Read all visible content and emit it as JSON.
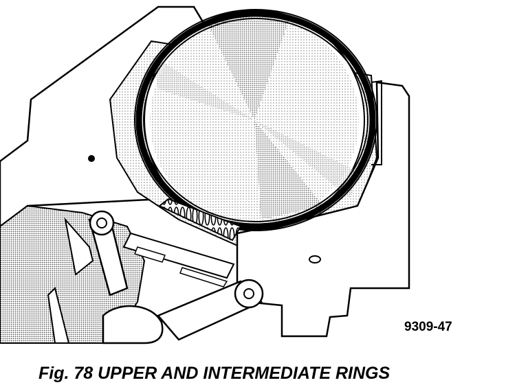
{
  "figure": {
    "id_label": "9309-47",
    "caption": "Fig. 78 UPPER AND INTERMEDIATE RINGS"
  },
  "palette": {
    "ink": "#000000",
    "paper": "#ffffff",
    "halftone": "#9a9a9a"
  },
  "icons": [
    "piston-illustration",
    "piston-ring",
    "ring-compressor-tool",
    "spring-coil",
    "tool-handle"
  ]
}
